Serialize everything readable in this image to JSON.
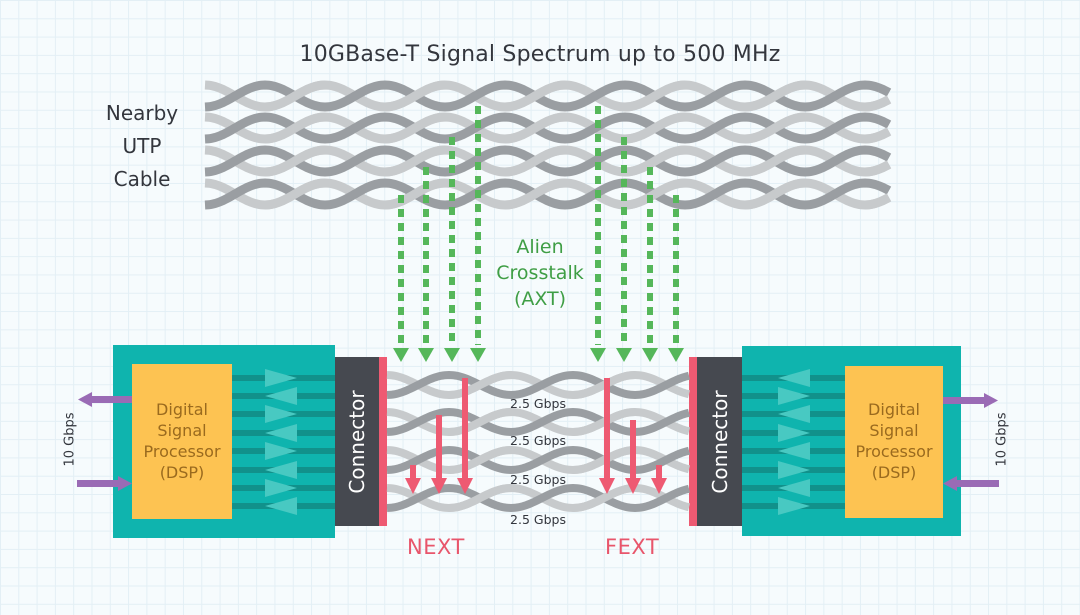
{
  "title": "10GBase-T Signal Spectrum up to 500 MHz",
  "nearby_cable": {
    "lines": [
      "Nearby",
      "UTP",
      "Cable"
    ]
  },
  "alien_crosstalk": {
    "lines": [
      "Alien",
      "Crosstalk",
      "(AXT)"
    ],
    "color": "#55b75a"
  },
  "left_dsp": {
    "lines": [
      "Digital",
      "Signal",
      "Processor",
      "(DSP)"
    ],
    "rate_label": "10 Gbps"
  },
  "right_dsp": {
    "lines": [
      "Digital",
      "Signal",
      "Processor",
      "(DSP)"
    ],
    "rate_label": "10 Gbps"
  },
  "left_connector": {
    "label": "Connector"
  },
  "right_connector": {
    "label": "Connector"
  },
  "pair_rates": [
    "2.5 Gbps",
    "2.5 Gbps",
    "2.5 Gbps",
    "2.5 Gbps"
  ],
  "next_label": "NEXT",
  "fext_label": "FEXT",
  "colors": {
    "teal": "#0fb4ae",
    "teal_dark": "#11918b",
    "teal_light": "#48c9c2",
    "dsp_yellow": "#fdc352",
    "connector_dark": "#464950",
    "crosstalk_red": "#ee5a72",
    "arrow_purple": "#9a6bb5",
    "wire_dark": "#9a9ea2",
    "wire_light": "#c7cacc"
  }
}
